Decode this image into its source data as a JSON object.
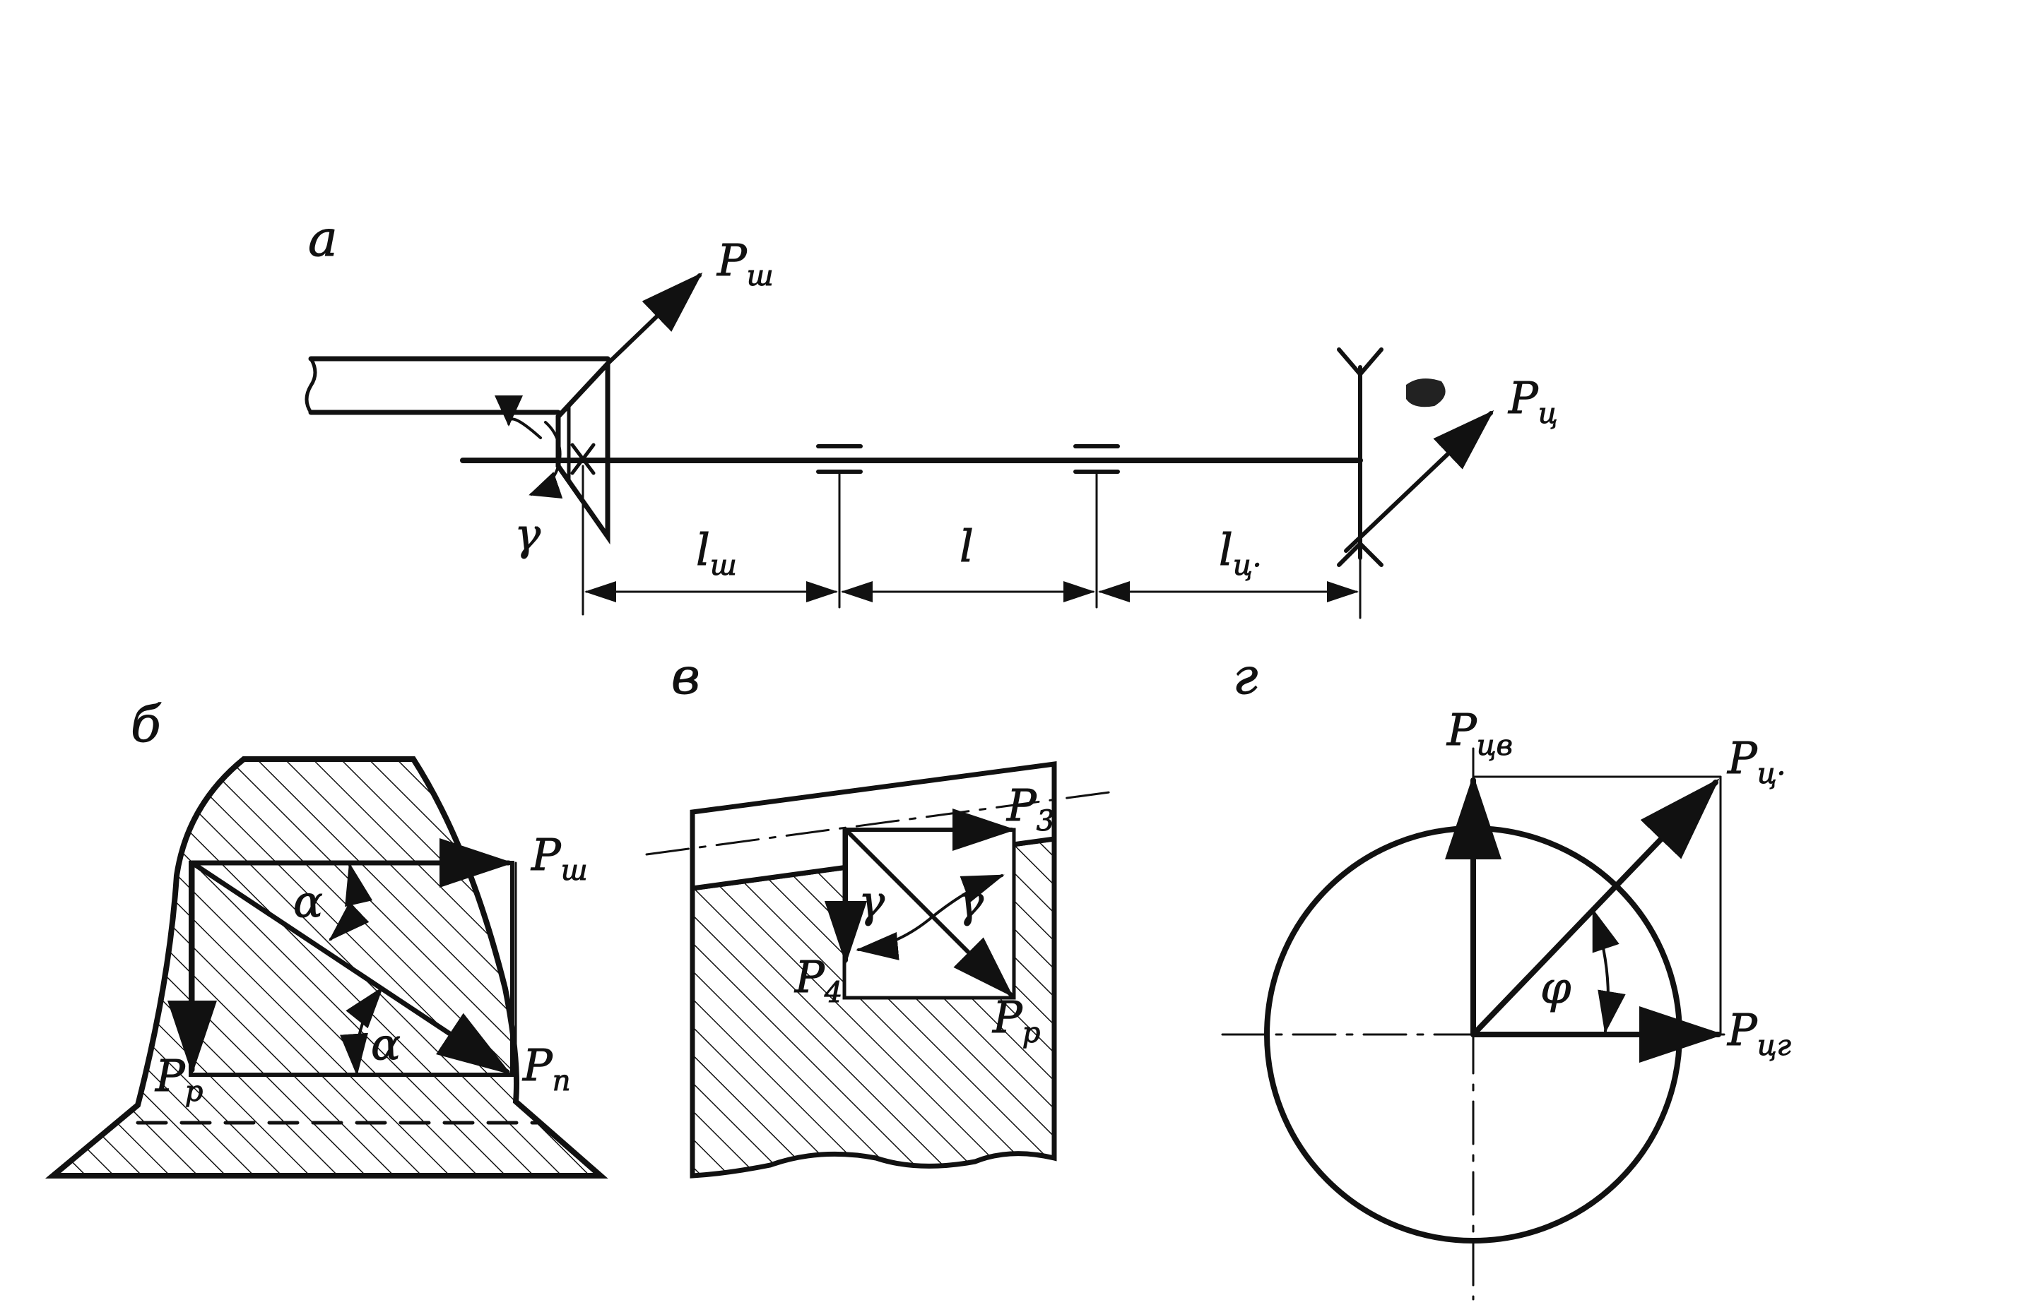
{
  "panels": {
    "a": "а",
    "b": "б",
    "v": "в",
    "g": "г"
  },
  "labels": {
    "P": "P",
    "P_sh_sub": "ш",
    "P_ts_sub": "ц",
    "P_ts_mark": "·",
    "P_tsv_sub": "цв",
    "P_tsg_sub": "цг",
    "P_r_sub": "р",
    "P_p_sub": "п",
    "P_3_sub": "3",
    "P_4_sub": "4",
    "l": "l",
    "l_sh_sub": "ш",
    "l_ts_sub": "ц·",
    "alpha": "α",
    "gamma": "γ",
    "phi": "φ"
  },
  "colors": {
    "ink": "#111111",
    "paper": "#ffffff"
  }
}
